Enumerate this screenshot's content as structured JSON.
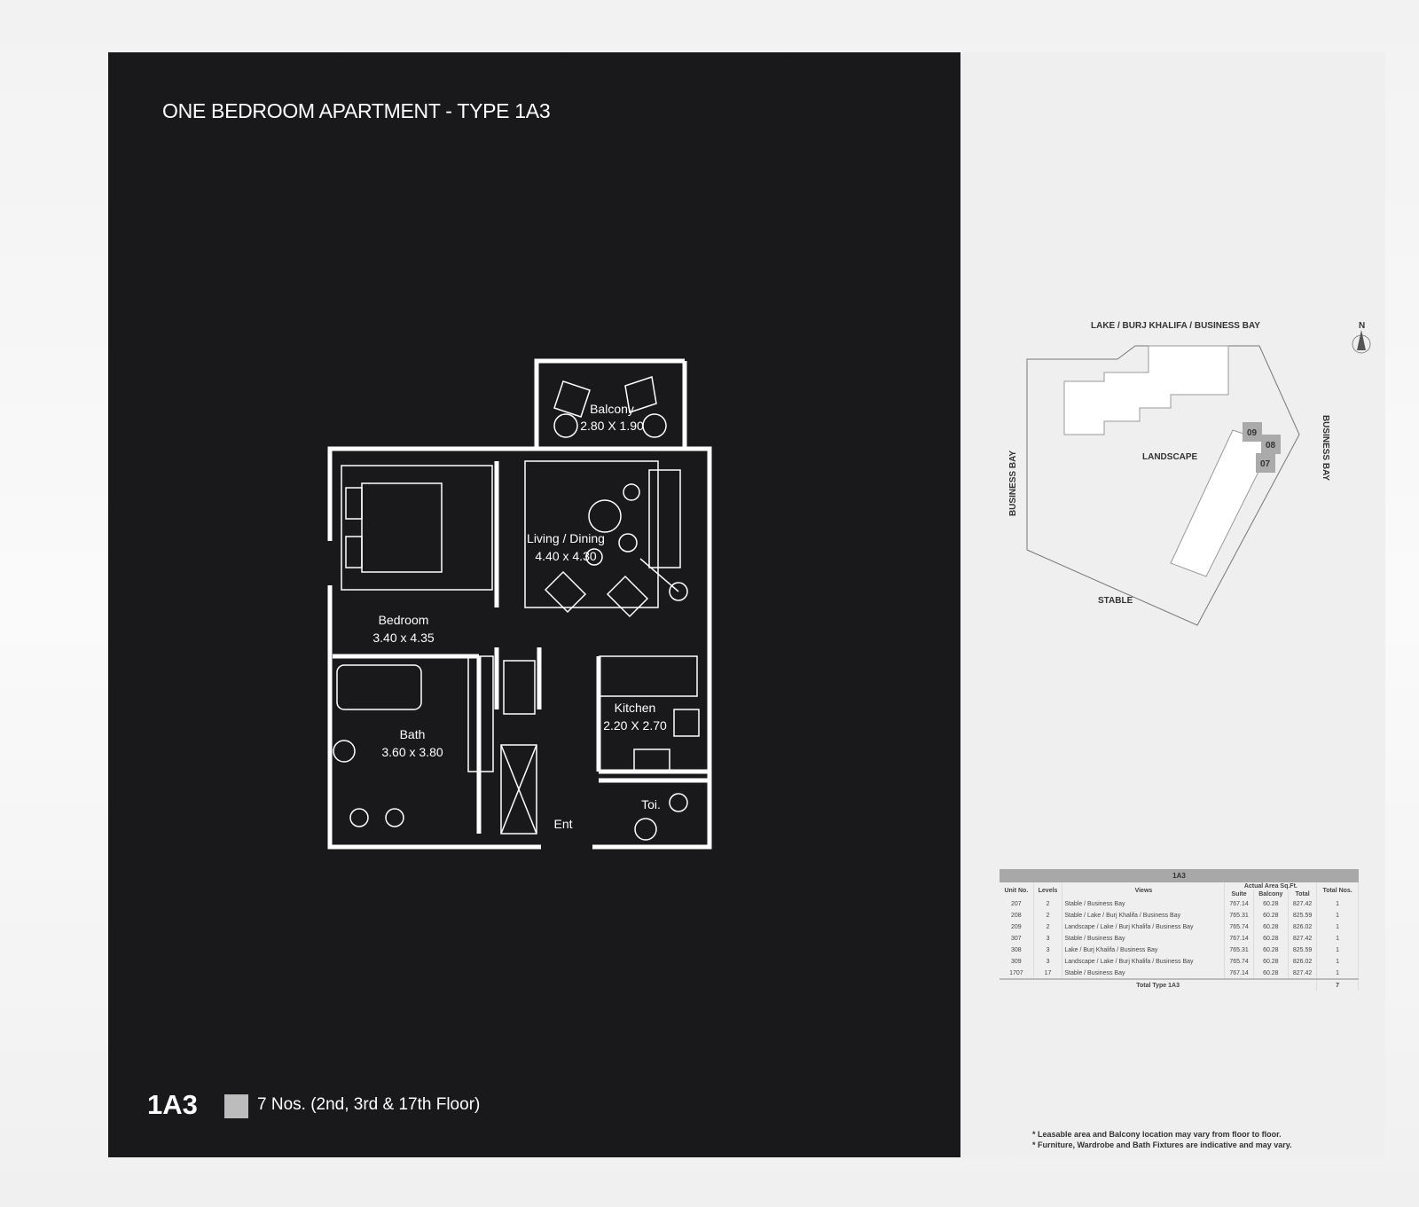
{
  "title": "ONE BEDROOM APARTMENT - TYPE 1A3",
  "type_code": "1A3",
  "quantity_text": "7 Nos. (2nd, 3rd & 17th Floor)",
  "rooms": {
    "balcony": {
      "name": "Balcony",
      "size": "2.80 X 1.90"
    },
    "living": {
      "name": "Living / Dining",
      "size": "4.40 x 4.30"
    },
    "bedroom": {
      "name": "Bedroom",
      "size": "3.40 x 4.35"
    },
    "bath": {
      "name": "Bath",
      "size": "3.60 x 3.80"
    },
    "kitchen": {
      "name": "Kitchen",
      "size": "2.20 X 2.70"
    },
    "toilet": {
      "name": "Toi."
    },
    "entry": {
      "name": "Ent"
    }
  },
  "site": {
    "top": "LAKE / BURJ KHALIFA / BUSINESS BAY",
    "left": "BUSINESS BAY",
    "right": "BUSINESS BAY",
    "bottom": "STABLE",
    "center": "LANDSCAPE",
    "north": "N",
    "units": [
      "09",
      "08",
      "07"
    ]
  },
  "table": {
    "caption": "1A3",
    "headers": {
      "unit": "Unit No.",
      "levels": "Levels",
      "views": "Views",
      "area": "Actual Area Sq.Ft.",
      "suite": "Suite",
      "balcony": "Balcony",
      "total": "Total",
      "nos": "Total Nos."
    },
    "rows": [
      [
        "207",
        "2",
        "Stable / Business Bay",
        "767.14",
        "60.28",
        "827.42",
        "1"
      ],
      [
        "208",
        "2",
        "Stable / Lake / Burj Khalifa / Business Bay",
        "765.31",
        "60.28",
        "825.59",
        "1"
      ],
      [
        "209",
        "2",
        "Landscape / Lake / Burj Khalifa / Business Bay",
        "765.74",
        "60.28",
        "826.02",
        "1"
      ],
      [
        "307",
        "3",
        "Stable / Business Bay",
        "767.14",
        "60.28",
        "827.42",
        "1"
      ],
      [
        "308",
        "3",
        "Lake / Burj Khalifa / Business Bay",
        "765.31",
        "60.28",
        "825.59",
        "1"
      ],
      [
        "309",
        "3",
        "Landscape / Lake / Burj Khalifa / Business Bay",
        "765.74",
        "60.28",
        "826.02",
        "1"
      ],
      [
        "1707",
        "17",
        "Stable / Business Bay",
        "767.14",
        "60.28",
        "827.42",
        "1"
      ]
    ],
    "footer_label": "Total Type 1A3",
    "footer_total": "7"
  },
  "notes": [
    "* Leasable area and Balcony location may vary from floor to floor.",
    "* Furniture, Wardrobe and Bath Fixtures are indicative and may vary."
  ]
}
